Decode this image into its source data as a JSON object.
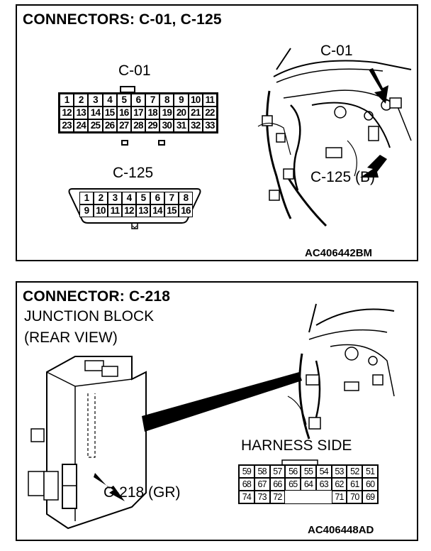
{
  "panel_top": {
    "title": "CONNECTORS: C-01, C-125",
    "connector_c01": {
      "label": "C-01",
      "rows": [
        [
          "1",
          "2",
          "3",
          "4",
          "5",
          "6",
          "7",
          "8",
          "9",
          "10",
          "11"
        ],
        [
          "12",
          "13",
          "14",
          "15",
          "16",
          "17",
          "18",
          "19",
          "20",
          "21",
          "22"
        ],
        [
          "23",
          "24",
          "25",
          "26",
          "27",
          "28",
          "29",
          "30",
          "31",
          "32",
          "33"
        ]
      ]
    },
    "connector_c125": {
      "label": "C-125",
      "rows": [
        [
          "1",
          "2",
          "3",
          "4",
          "5",
          "6",
          "7",
          "8"
        ],
        [
          "9",
          "10",
          "11",
          "12",
          "13",
          "14",
          "15",
          "16"
        ]
      ]
    },
    "callout_c01": "C-01",
    "callout_c125": "C-125 (B)",
    "figure_code": "AC406442BM"
  },
  "panel_bottom": {
    "title": "CONNECTOR: C-218",
    "subtitle_line1": "JUNCTION BLOCK",
    "subtitle_line2": "(REAR VIEW)",
    "callout_c218": "C-218 (GR)",
    "harness_label": "HARNESS SIDE",
    "connector_c218": {
      "rows": [
        [
          "59",
          "58",
          "57",
          "56",
          "55",
          "54",
          "53",
          "52",
          "51"
        ],
        [
          "68",
          "67",
          "66",
          "65",
          "64",
          "63",
          "62",
          "61",
          "60"
        ],
        [
          "74",
          "73",
          "72",
          "",
          "",
          "",
          "71",
          "70",
          "69"
        ]
      ]
    },
    "figure_code": "AC406448AD"
  }
}
